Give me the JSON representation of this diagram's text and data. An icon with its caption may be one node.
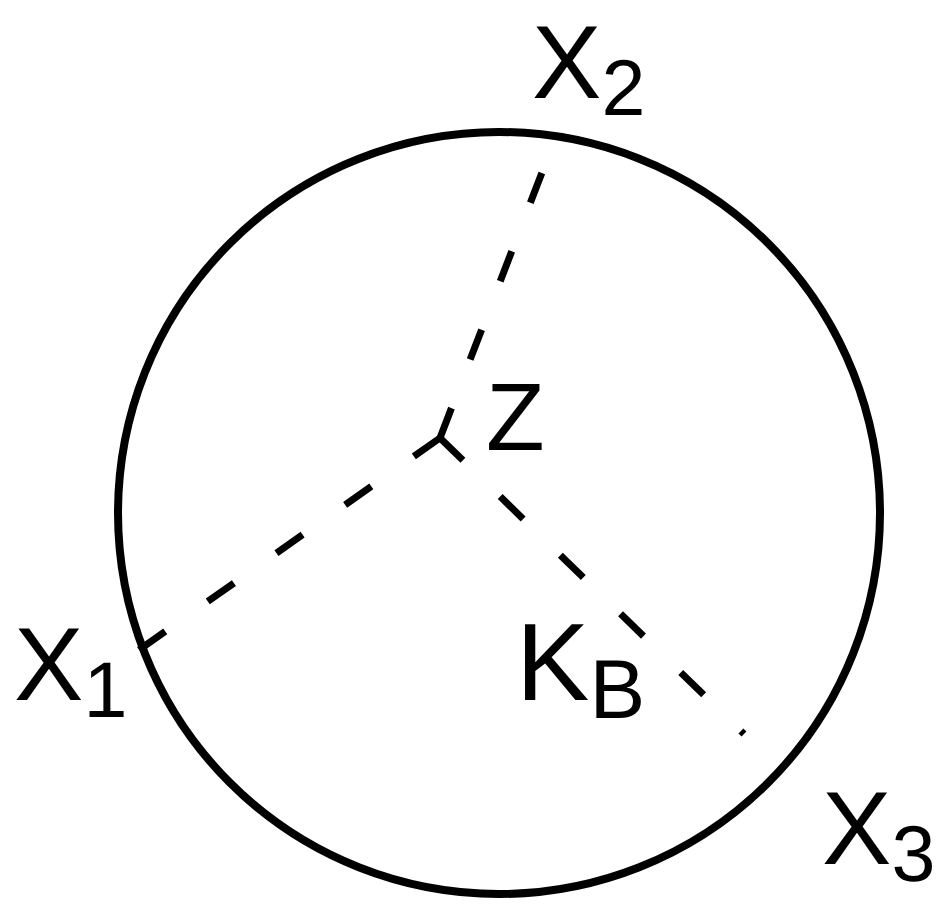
{
  "diagram": {
    "nodes": [
      {
        "text": [
          "K$_{B}$"
        ]
      },
      {
        "text": [
          "X$_{2}$"
        ]
      },
      {
        "text": [
          "Z"
        ],
        "in": 0
      },
      {
        "text": [
          "X$_{1}$"
        ]
      },
      {
        "text": [
          "X$_{3}$"
        ]
      }
    ],
    "edges": [
      {
        "from": 2,
        "to": 3,
        "arrow": "none",
        "style": "dashed"
      },
      {
        "from": 2,
        "to": 1,
        "arrow": "none",
        "style": "dashed"
      },
      {
        "from": 2,
        "to": 4,
        "arrow": "none",
        "style": "dashed"
      }
    ]
  }
}
